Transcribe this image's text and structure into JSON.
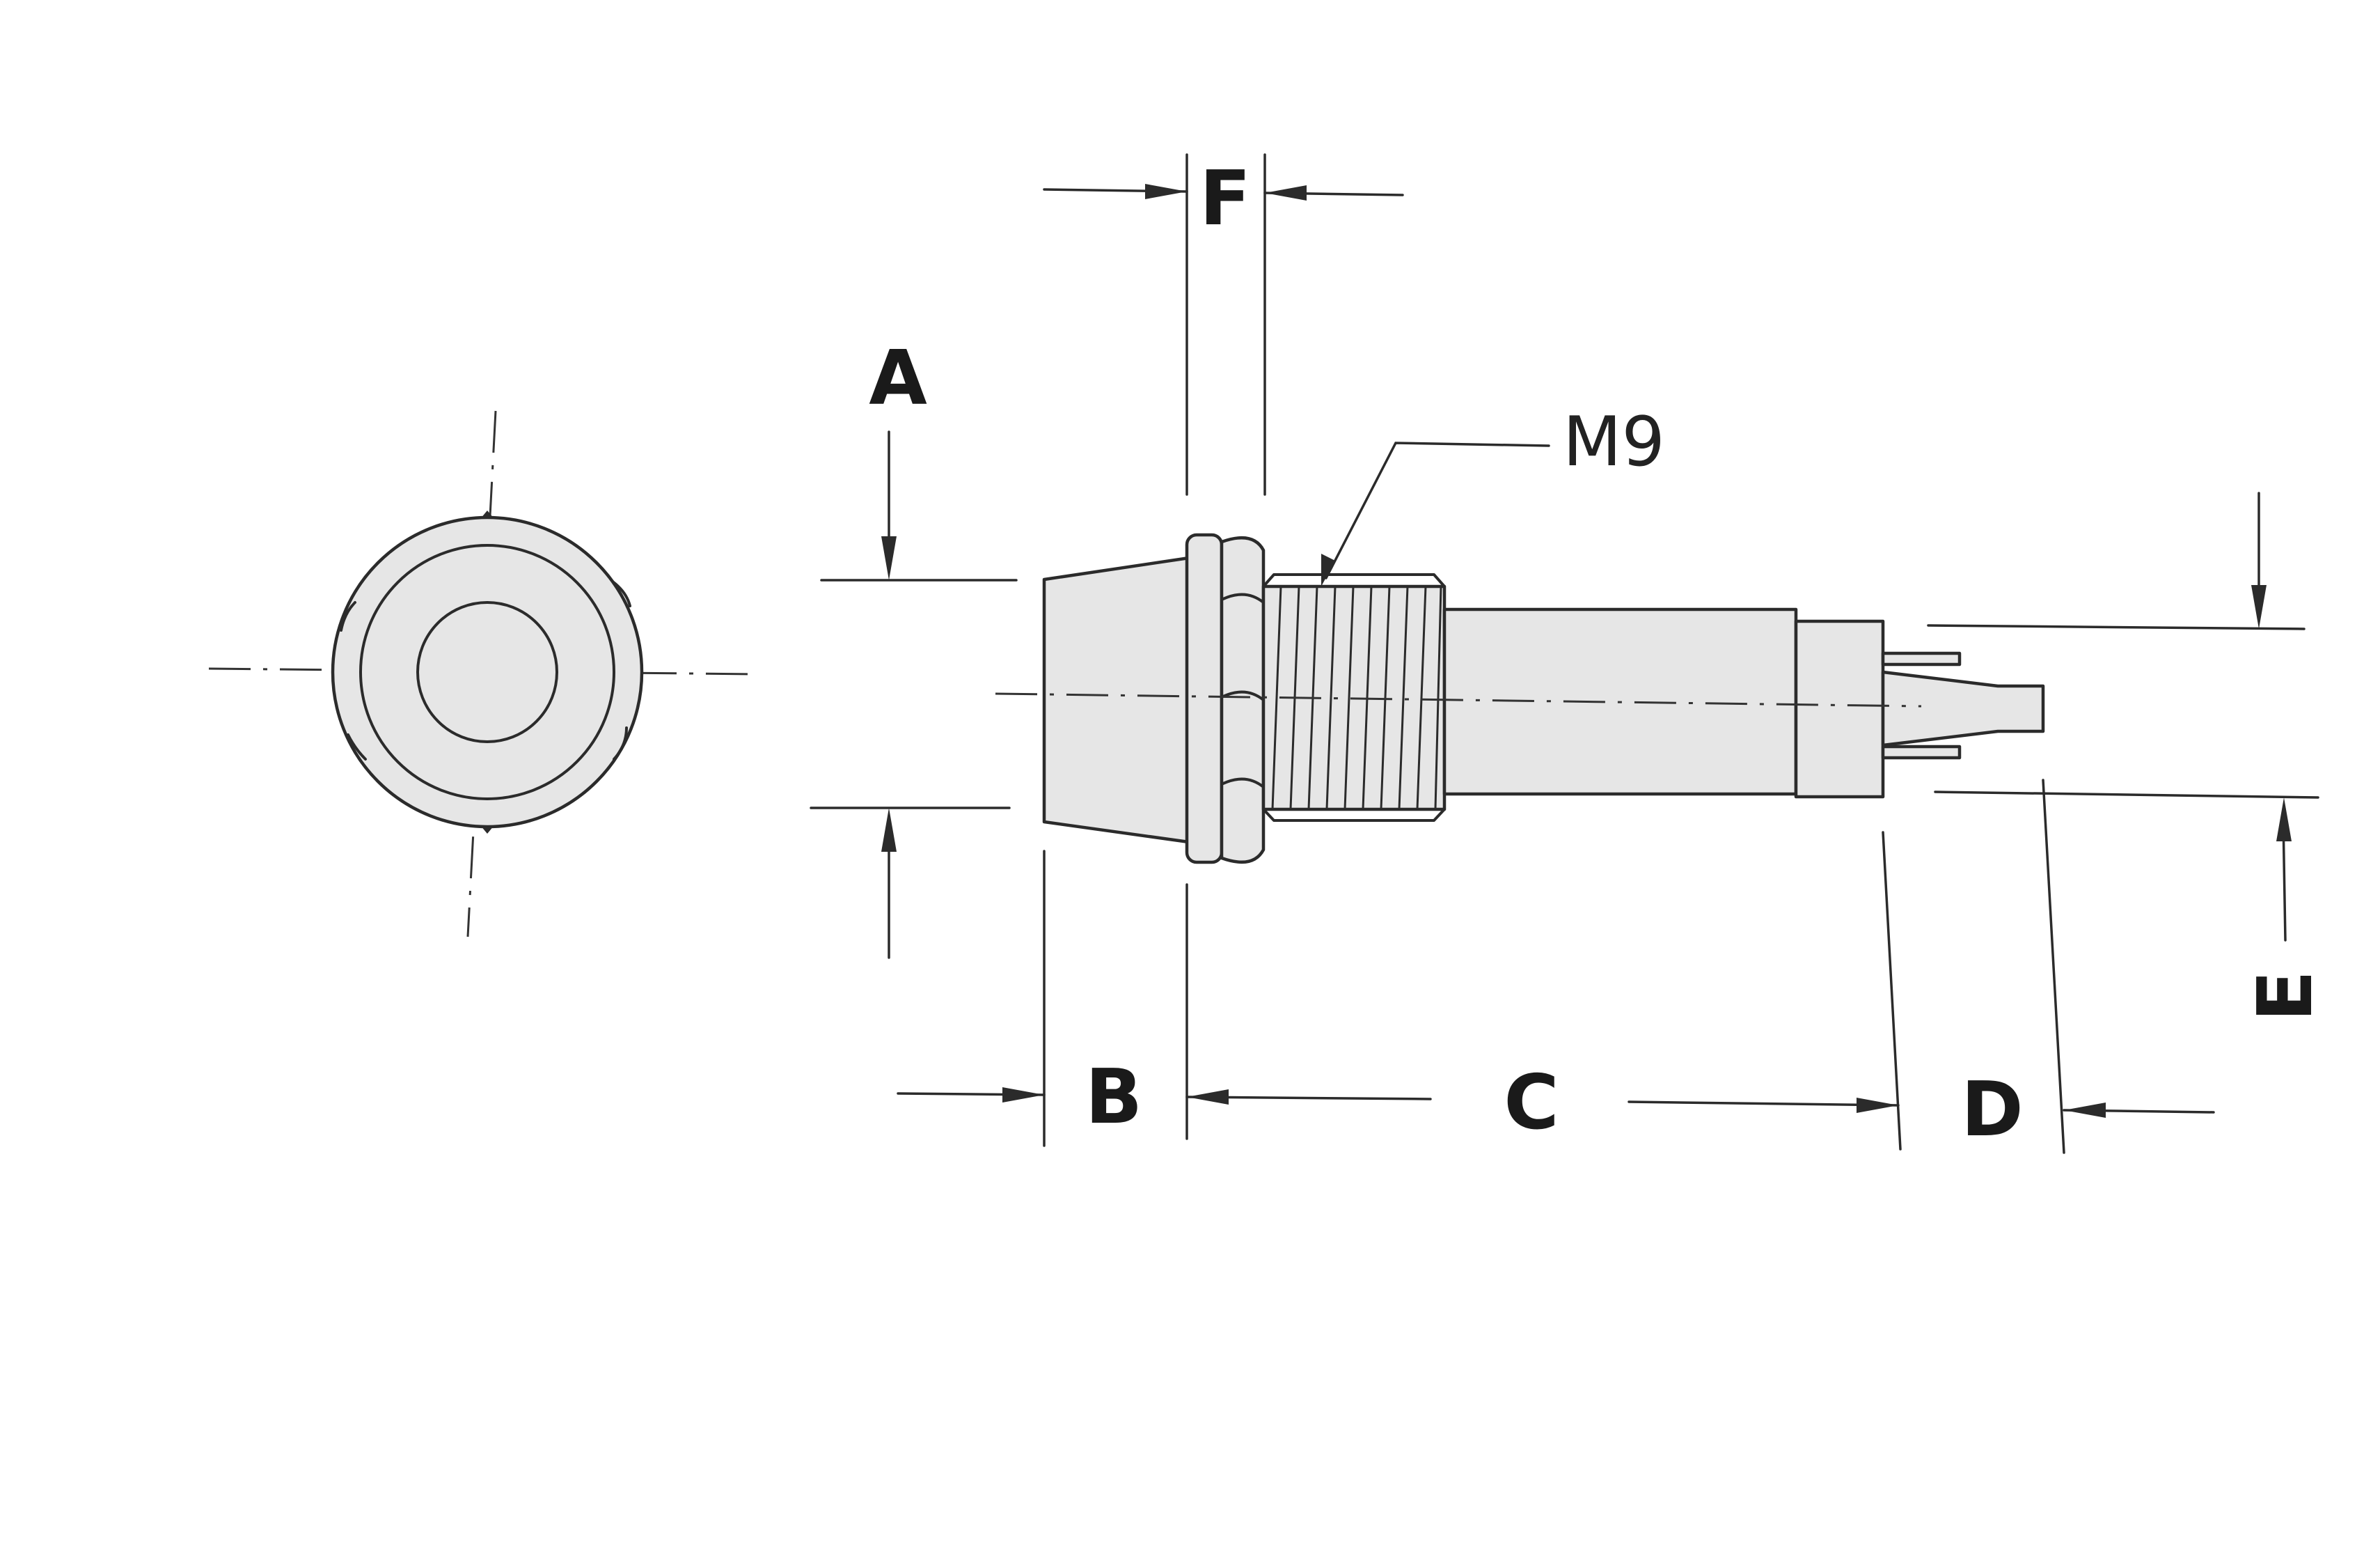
{
  "labels": {
    "a": "A",
    "b": "B",
    "c": "C",
    "d": "D",
    "e": "E",
    "f": "F",
    "thread": "M9"
  },
  "colors": {
    "line": "#2b2b2b",
    "fill": "#e6e6e6",
    "background": "#ffffff"
  }
}
